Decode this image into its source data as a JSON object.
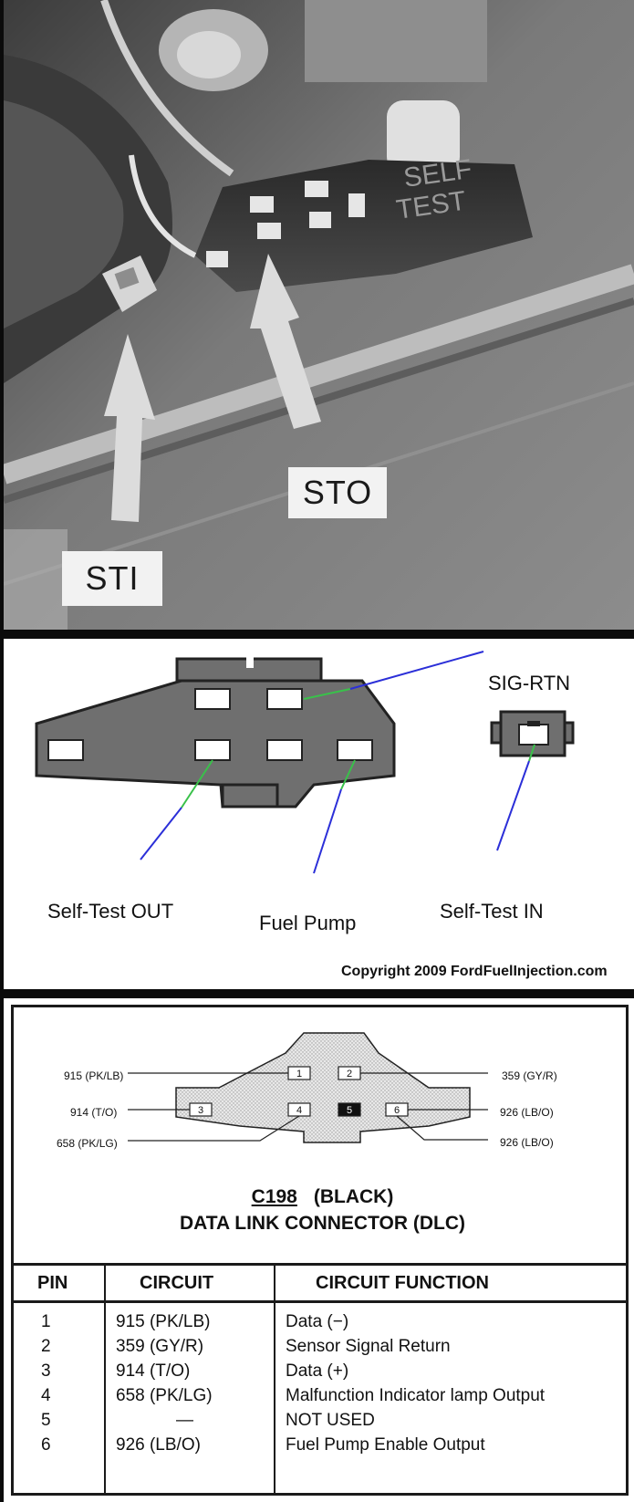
{
  "photo": {
    "labels": {
      "sto": "STO",
      "sti": "STI"
    }
  },
  "diagram": {
    "labels": {
      "sig_rtn": "SIG-RTN",
      "self_test_out": "Self-Test OUT",
      "fuel_pump": "Fuel Pump",
      "self_test_in": "Self-Test IN"
    },
    "copyright": "Copyright 2009 FordFuelInjection.com",
    "colors": {
      "connector": "#6f6f6f",
      "pin": "#ffffff",
      "blue_leader": "#2b2fd8",
      "green_leader": "#39c14a"
    }
  },
  "dlc": {
    "connector_id": "C198",
    "connector_color": "(BLACK)",
    "connector_name": "DATA LINK CONNECTOR (DLC)",
    "pin_numbers": [
      "1",
      "2",
      "3",
      "4",
      "5",
      "6"
    ],
    "leads": {
      "pin1": "915 (PK/LB)",
      "pin3": "914 (T/O)",
      "pin4": "658 (PK/LG)",
      "pin2": "359 (GY/R)",
      "pin6_a": "926 (LB/O)",
      "pin6_b": "926 (LB/O)"
    },
    "table": {
      "headers": {
        "pin": "PIN",
        "circuit": "CIRCUIT",
        "function": "CIRCUIT FUNCTION"
      },
      "rows": [
        {
          "pin": "1",
          "circuit": "915 (PK/LB)",
          "function": "Data (−)"
        },
        {
          "pin": "2",
          "circuit": "359 (GY/R)",
          "function": "Sensor Signal Return"
        },
        {
          "pin": "3",
          "circuit": "914 (T/O)",
          "function": "Data (+)"
        },
        {
          "pin": "4",
          "circuit": "658 (PK/LG)",
          "function": "Malfunction Indicator lamp Output"
        },
        {
          "pin": "5",
          "circuit": "—",
          "function": "NOT USED"
        },
        {
          "pin": "6",
          "circuit": "926 (LB/O)",
          "function": "Fuel Pump Enable Output"
        }
      ]
    }
  }
}
